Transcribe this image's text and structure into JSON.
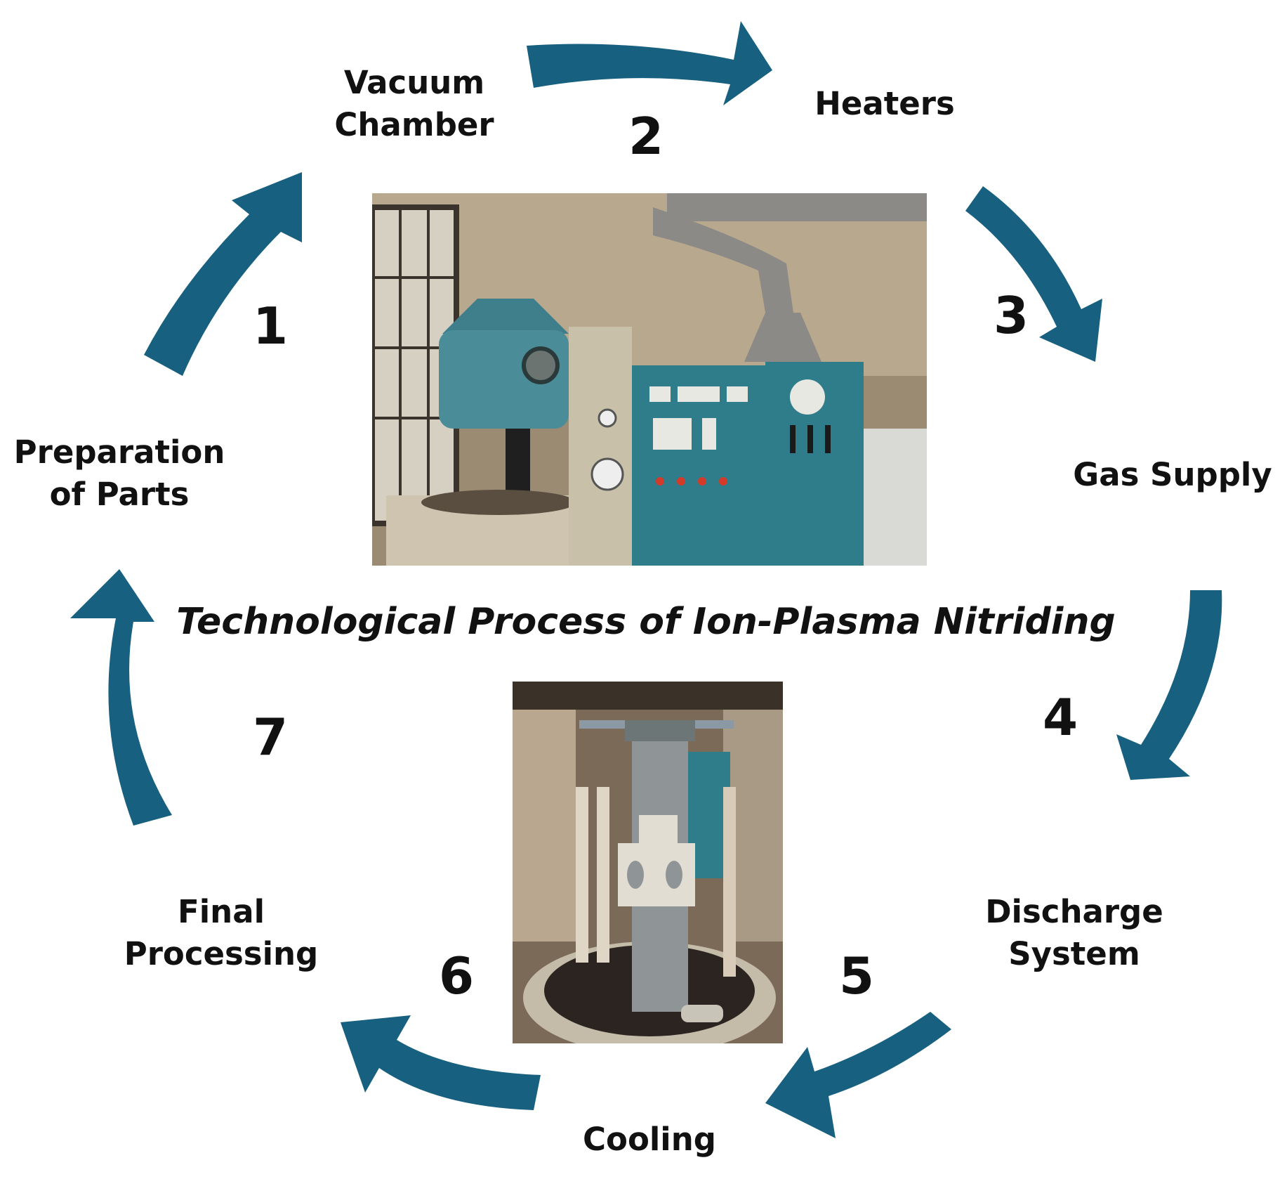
{
  "title": "Technological Process of Ion-Plasma Nitriding",
  "arrow_color": "#17607f",
  "steps": [
    {
      "number": "1",
      "label_lines": [
        "Preparation",
        "of Parts"
      ]
    },
    {
      "number": "2",
      "label_lines": [
        "Vacuum",
        "Chamber"
      ]
    },
    {
      "number": "3",
      "label_lines": [
        "Heaters"
      ]
    },
    {
      "number": "4",
      "label_lines": [
        "Gas Supply"
      ]
    },
    {
      "number": "5",
      "label_lines": [
        "Discharge",
        "System"
      ]
    },
    {
      "number": "6",
      "label_lines": [
        "Cooling"
      ]
    },
    {
      "number": "7",
      "label_lines": [
        "Final",
        "Processing"
      ]
    }
  ]
}
